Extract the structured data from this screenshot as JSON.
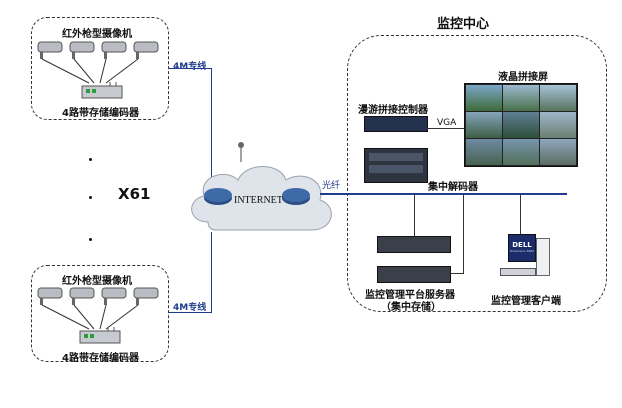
{
  "monitoring_center": {
    "title": "监控中心",
    "video_wall_label": "液晶拼接屏",
    "wall_controller_label": "漫游拼接控制器",
    "vga_label": "VGA",
    "decoder_label": "集中解码器",
    "fiber_label": "光纤",
    "server_label_line1": "监控管理平台服务器",
    "server_label_line2": "（集中存储）",
    "client_label": "监控管理客户端",
    "client_brand": "DELL",
    "monitor_text": "Dimension 4600"
  },
  "internet": {
    "label": "INTERNET"
  },
  "site_top": {
    "cameras_label": "红外枪型摄像机",
    "encoder_label": "4路带存储编码器",
    "link_label": "4M专线"
  },
  "site_bottom": {
    "cameras_label": "红外枪型摄像机",
    "encoder_label": "4路带存储编码器",
    "link_label": "4M专线"
  },
  "multiplier": {
    "label": "X61"
  },
  "colors": {
    "link": "#1f3c8f",
    "cloud": "#dfe3ea",
    "box_border": "#333333"
  }
}
